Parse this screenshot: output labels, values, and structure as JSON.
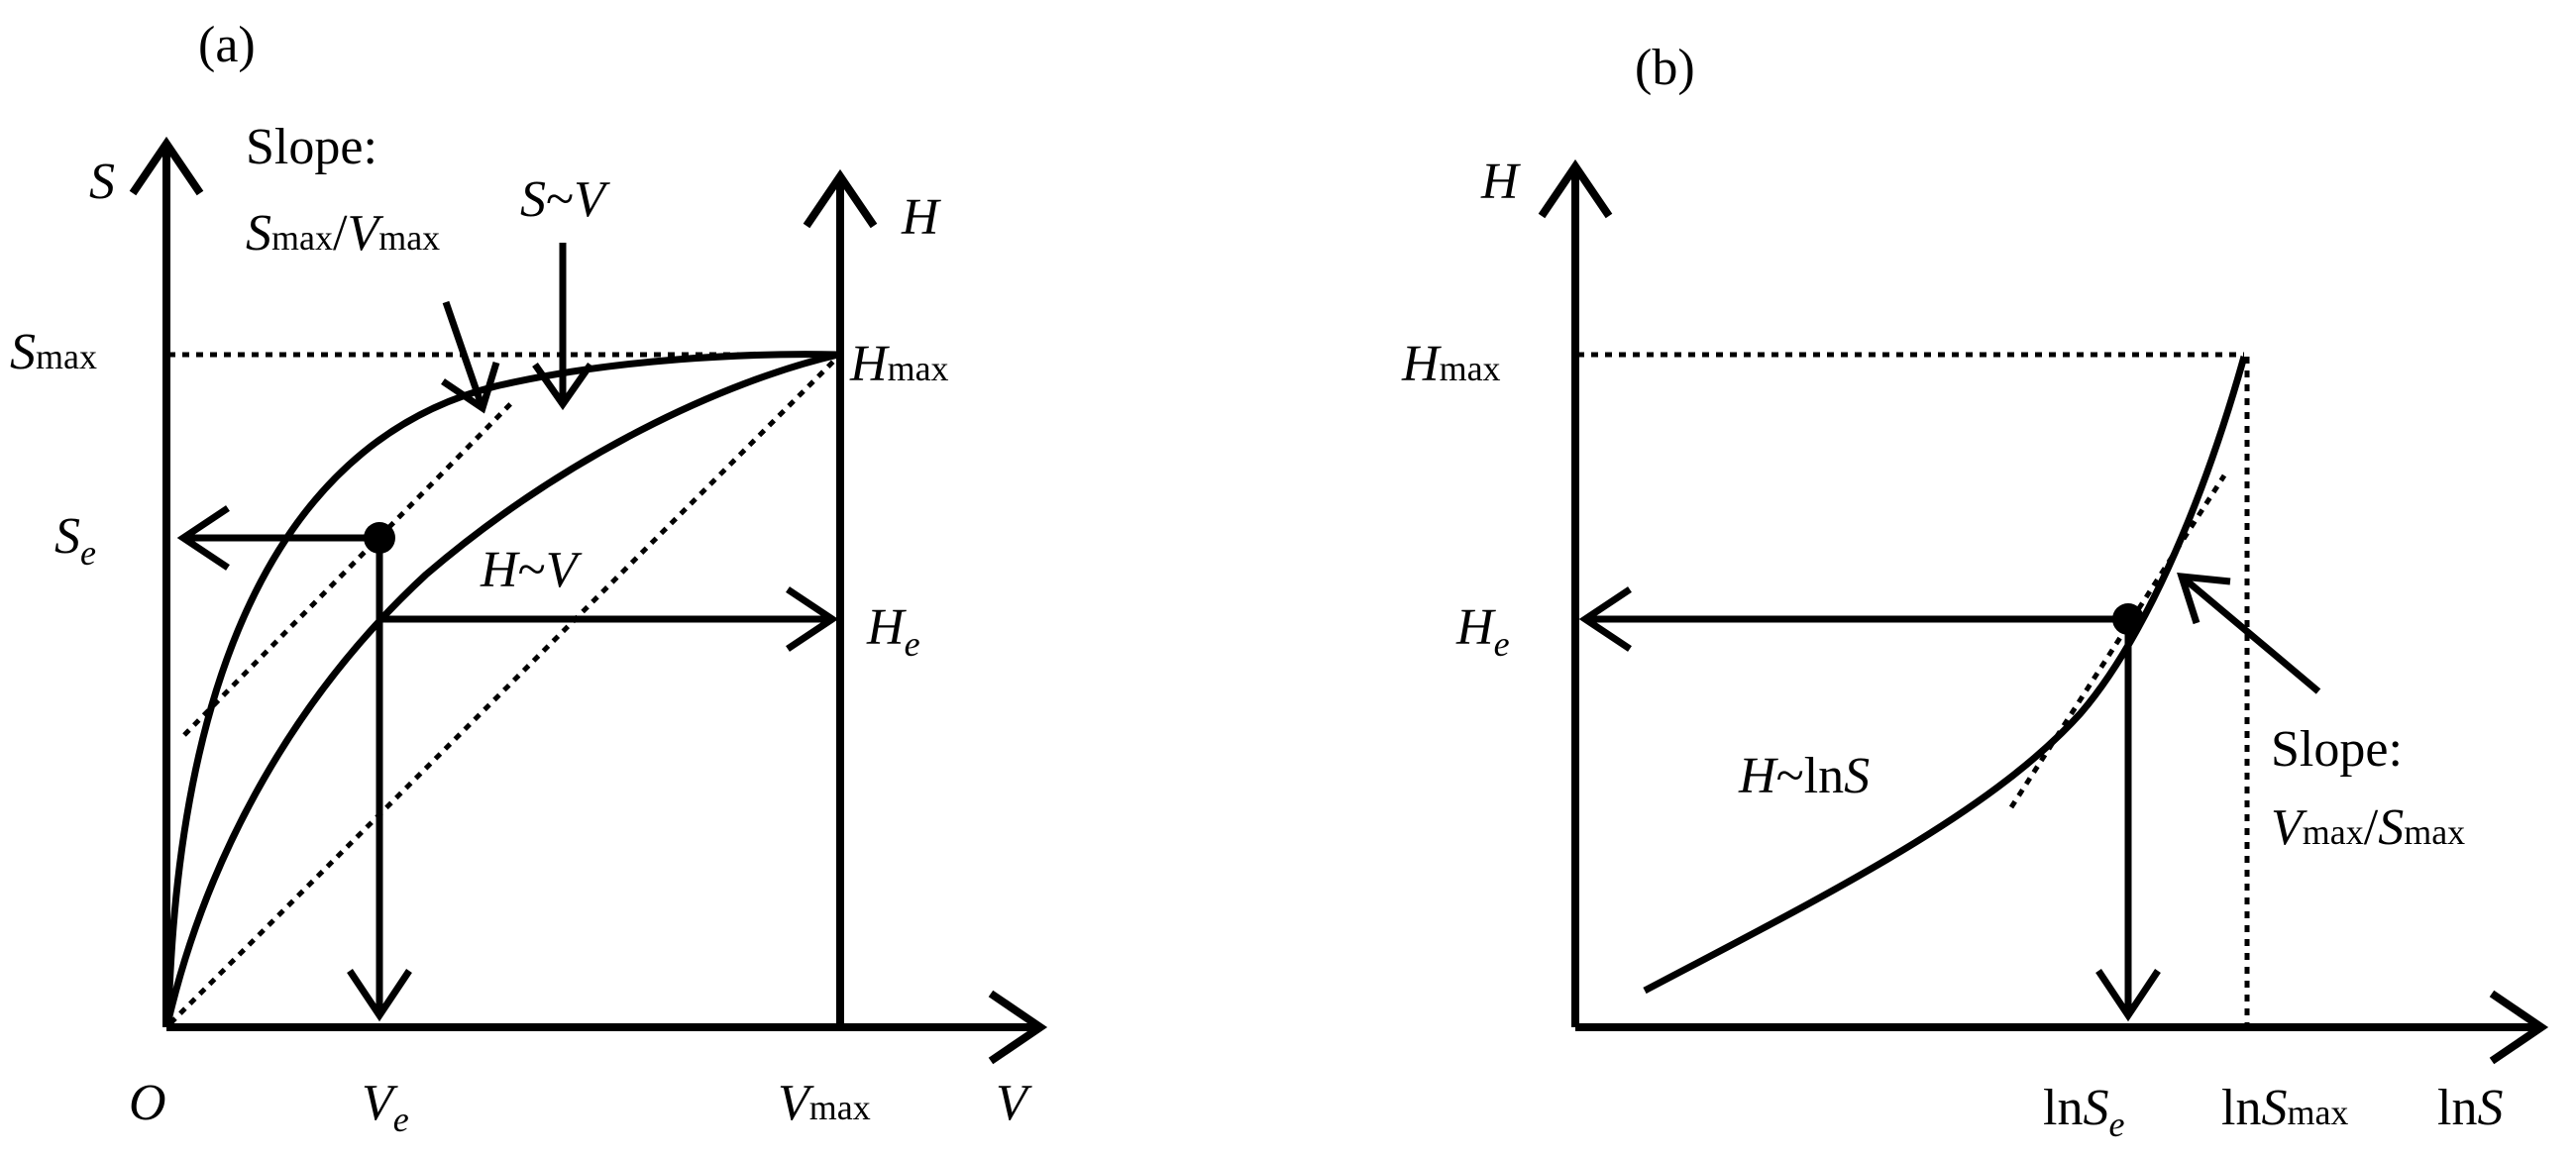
{
  "panel_a": {
    "tag": "(a)",
    "axis_s": "S",
    "axis_v": "V",
    "axis_h": "H",
    "origin": "O",
    "s_max_base": "S",
    "s_max_sub": "max",
    "s_e_base": "S",
    "s_e_sub": "e",
    "h_max_base": "H",
    "h_max_sub": "max",
    "h_e_base": "H",
    "h_e_sub": "e",
    "v_e_base": "V",
    "v_e_sub": "e",
    "v_max_base": "V",
    "v_max_sub": "max",
    "slope_title": "Slope:",
    "slope_num_base": "S",
    "slope_num_sub": "max",
    "slope_sep": "/",
    "slope_den_base": "V",
    "slope_den_sub": "max",
    "curve_sv_s": "S",
    "curve_sv_tilde": "~",
    "curve_sv_v": "V",
    "curve_hv_h": "H",
    "curve_hv_tilde": "~",
    "curve_hv_v": "V"
  },
  "panel_b": {
    "tag": "(b)",
    "axis_h": "H",
    "axis_x_ln": "ln",
    "axis_x_s": "S",
    "h_max_base": "H",
    "h_max_sub": "max",
    "h_e_base": "H",
    "h_e_sub": "e",
    "lnse_ln": "ln",
    "lnse_base": "S",
    "lnse_sub": "e",
    "lnsmax_ln": "ln",
    "lnsmax_base": "S",
    "lnsmax_sub": "max",
    "curve_h": "H",
    "curve_tilde": "~ln",
    "curve_s": "S",
    "slope_title": "Slope:",
    "slope_num_base": "V",
    "slope_num_sub": "max",
    "slope_sep": "/",
    "slope_den_base": "S",
    "slope_den_sub": "max"
  }
}
